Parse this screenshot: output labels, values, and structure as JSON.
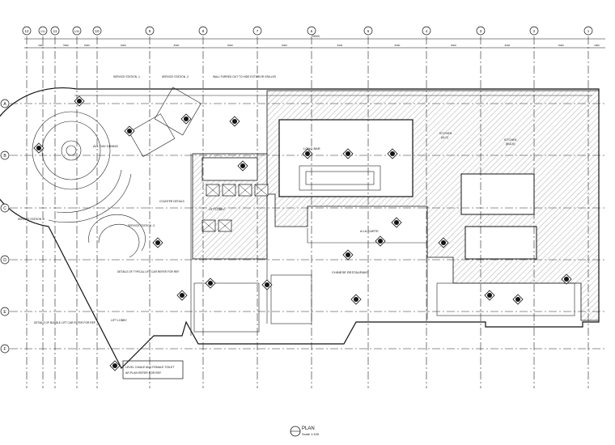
{
  "drawing": {
    "title": "PLAN",
    "scale": "Scale 1:100",
    "overall_dimension": "75900",
    "column_labels": [
      "12",
      "1/11",
      "11",
      "1/10",
      "10",
      "9",
      "8",
      "7",
      "6",
      "5",
      "4",
      "3",
      "2",
      "1"
    ],
    "row_labels": [
      "A",
      "B",
      "C",
      "D",
      "E",
      "F"
    ],
    "bay_dimensions": [
      "4400",
      "5600",
      "8400",
      "8400",
      "8400",
      "8400",
      "8400",
      "8400",
      "8400",
      "8400",
      "8400",
      "8400",
      "2000"
    ],
    "rooms": {
      "all_day_dining": "ALL DAY DINING",
      "long_bar": "LONG BAR",
      "a_la_carte": "A LA CARTE",
      "chinese_restaurant": "CHINESE RESTAURANT",
      "kitchen_alc": "KITCHEN",
      "kitchen_alc_sub": "(ALC)",
      "kitchen_bulk": "KITCHEN",
      "kitchen_bulk_sub": "(BULK)",
      "lift_lobby_1": "LIFT LOBBY",
      "lift_lobby_2": "LIFT LOBBY"
    },
    "notes": {
      "service_station_1": "SERVICE STATION -1",
      "service_station_2": "SERVICE STATION -2",
      "service_station_3": "SERVICE STATION -3",
      "service_station_4": "SERVICE STATION -4",
      "wall_furred": "WALL FURRED OUT TO HIDE EXTERIOR GRILLES",
      "counter_details": "COUNTER DETAILS",
      "typical_lift_car": "DETAILS OF TYPICAL LIFT CAR REFER      FOR REF.",
      "bubble_lift_car": "DETAILS OF BUBBLE LIFT CAR REFER      FOR REF.",
      "toilet_ref_1": "LEVEL 3 MALE AND FEMALE TOILET",
      "toilet_ref_2": "AR PLAN  REFER      FOR REF."
    }
  }
}
